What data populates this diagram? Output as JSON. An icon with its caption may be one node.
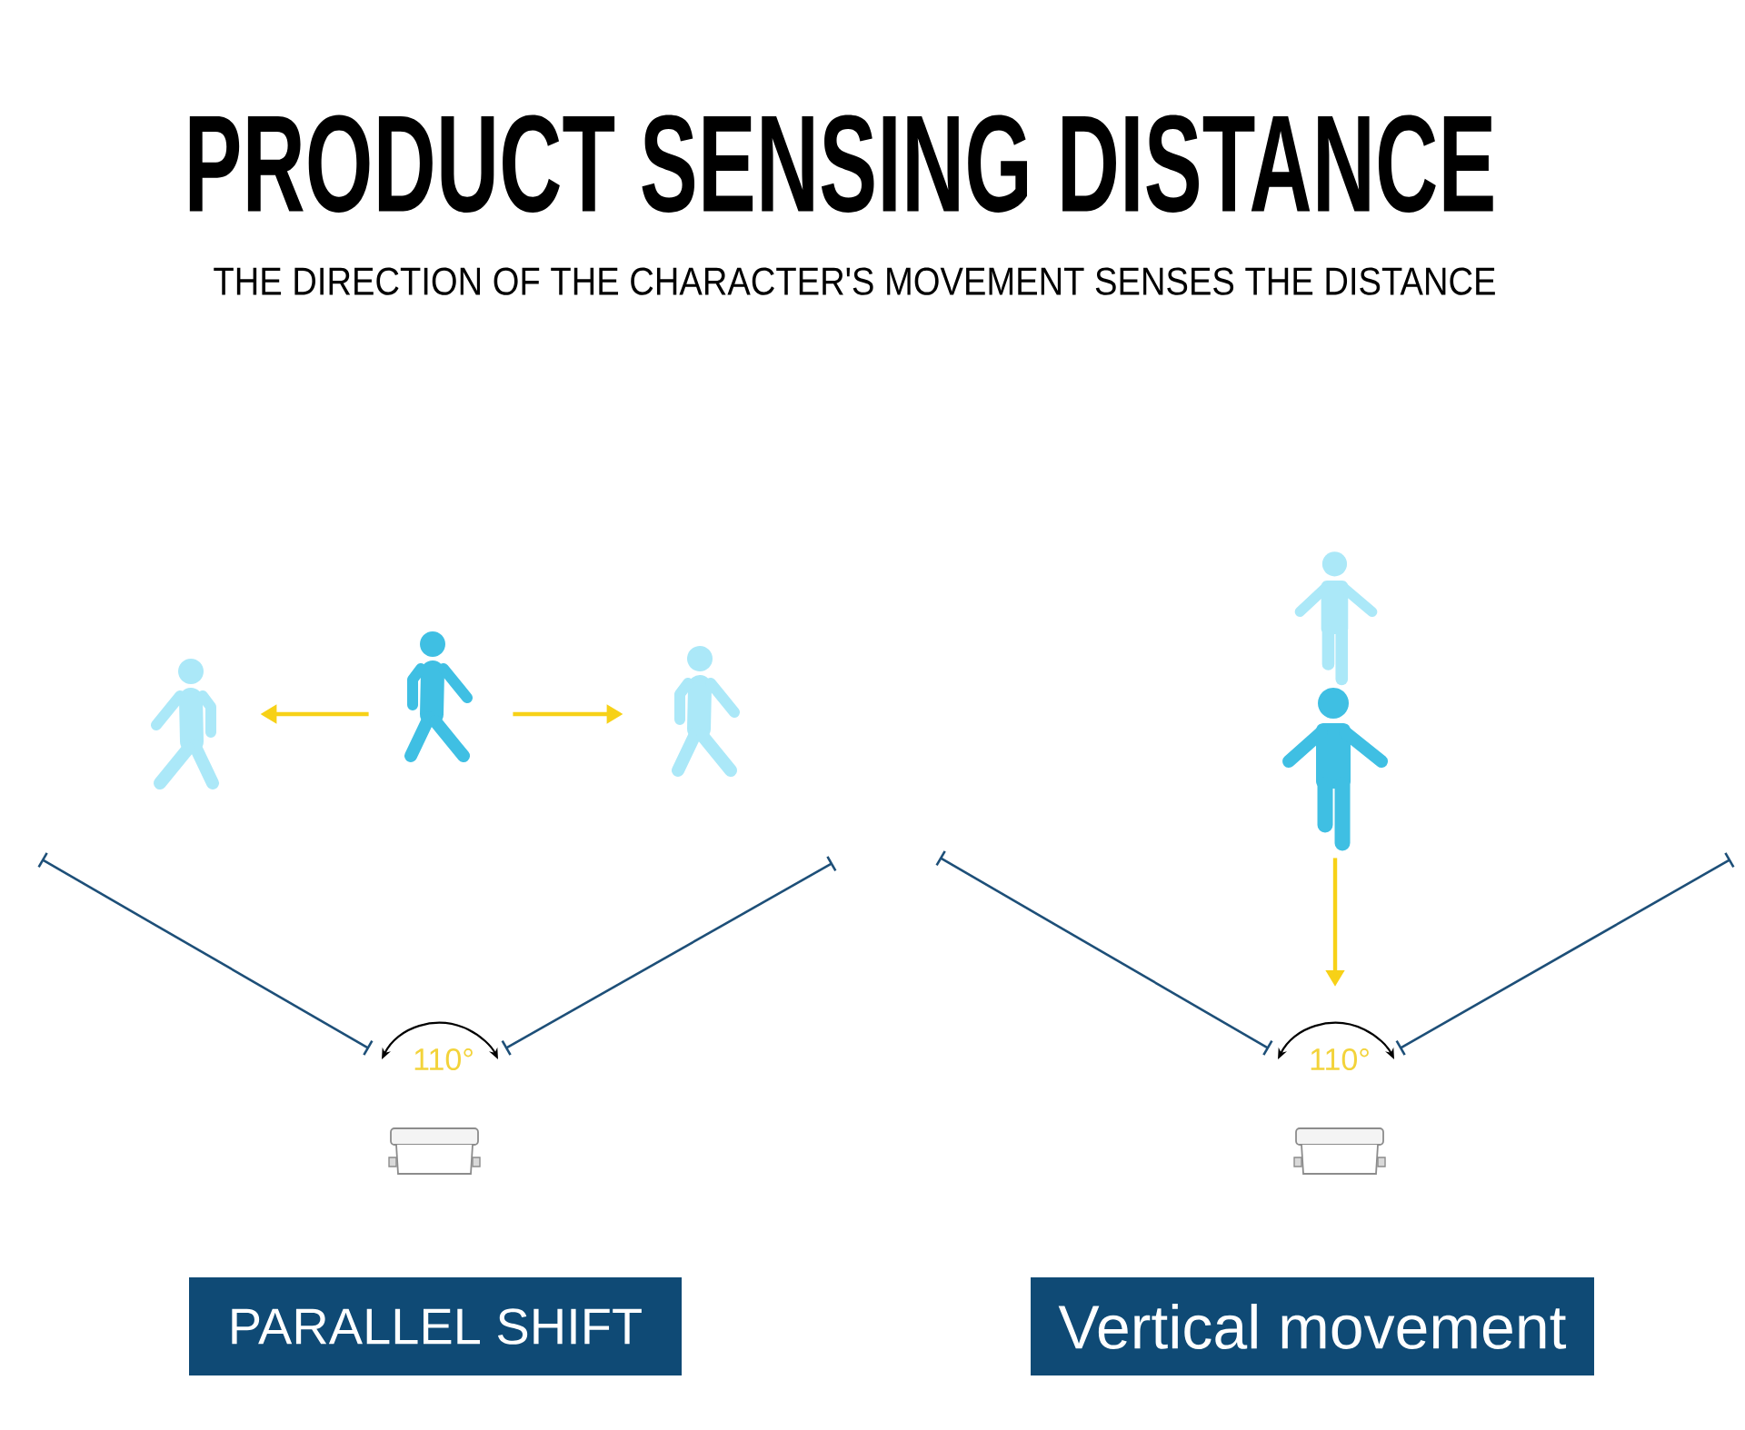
{
  "diagram": {
    "title": "PRODUCT SENSING DISTANCE",
    "nodes": [
      {
        "text": [],
        "shape": "person"
      },
      {
        "text": [],
        "shape": "person"
      },
      {
        "text": [],
        "shape": "person"
      },
      {
        "text": [],
        "shape": "person"
      },
      {
        "text": [],
        "shape": "person"
      },
      {
        "text": [
          "PARALLEL SHIFT"
        ]
      },
      {
        "text": [
          "Vertical movement"
        ]
      }
    ],
    "edges": [
      {
        "from": 1,
        "to": 0,
        "arrow": "to"
      },
      {
        "from": 1,
        "to": 2,
        "arrow": "to"
      },
      {
        "from": 4,
        "to": null,
        "arrow": "to"
      }
    ],
    "labels": [
      "THE DIRECTION OF THE CHARACTER'S MOVEMENT SENSES THE DISTANCE",
      "110°",
      "110°"
    ]
  }
}
